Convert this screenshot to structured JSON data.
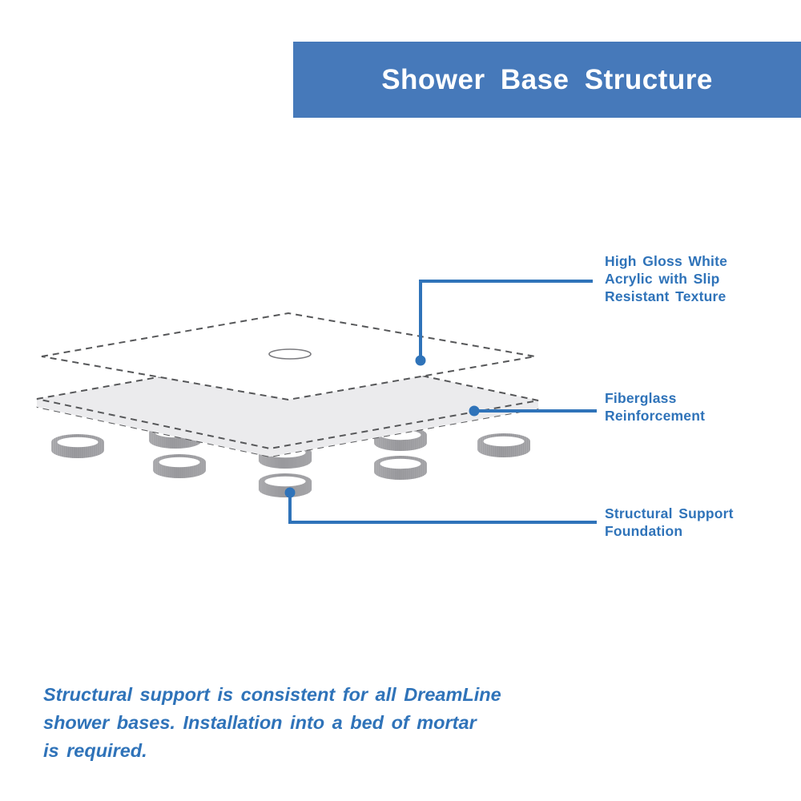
{
  "header": {
    "title": "Shower Base Structure",
    "bg_color": "#4679ba",
    "text_color": "#ffffff"
  },
  "colors": {
    "accent": "#2f73b9",
    "slab_fill": "#ebebed",
    "outline_gray": "#565759",
    "ring_gray": "#a9a9ad"
  },
  "callouts": [
    {
      "id": "acrylic-top",
      "lines": [
        "High Gloss White",
        "Acrylic with Slip",
        "Resistant Texture"
      ]
    },
    {
      "id": "fiberglass",
      "lines": [
        "Fiberglass",
        "Reinforcement"
      ]
    },
    {
      "id": "support-foundation",
      "lines": [
        "Structural Support",
        "Foundation"
      ]
    }
  ],
  "footnote": {
    "lines": [
      "Structural support is consistent for all DreamLine",
      "shower bases. Installation into a bed of mortar",
      "is required."
    ]
  }
}
